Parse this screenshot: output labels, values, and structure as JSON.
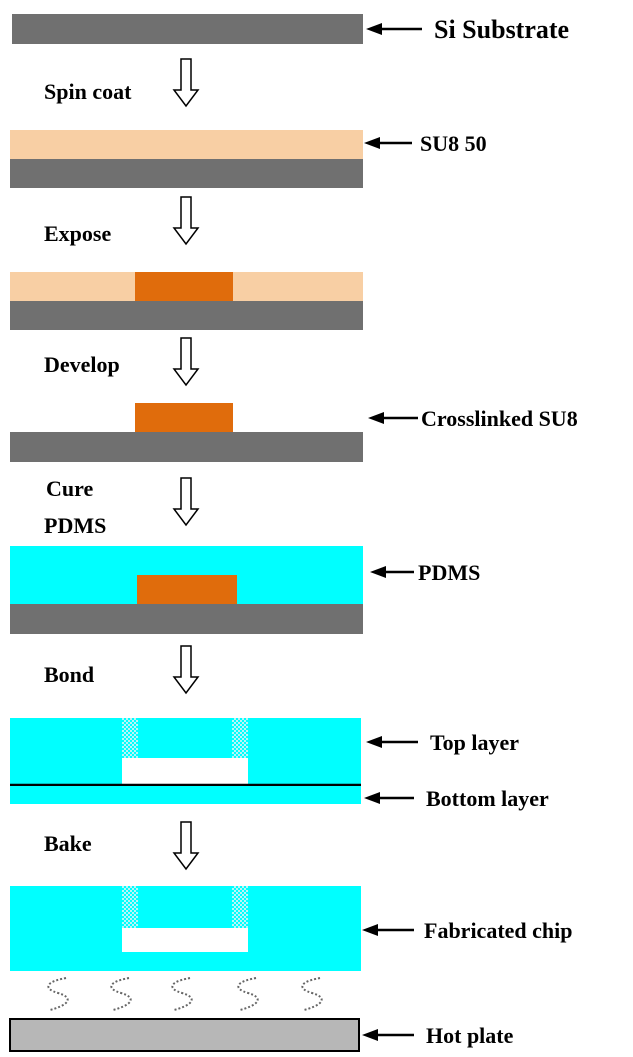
{
  "colors": {
    "substrate": "#707070",
    "su8_resist": "#F8CFA4",
    "crosslinked_su8": "#E06C0C",
    "pdms": "#00FFFF",
    "pdms_hatch": "#9EEFEF",
    "channel": "#FFFFFF",
    "hot_plate": "#B7B7B7",
    "line": "#000000"
  },
  "labels": {
    "si_substrate": "Si Substrate",
    "su8_50": "SU8 50",
    "crosslinked_su8": "Crosslinked SU8",
    "pdms": "PDMS",
    "top_layer": "Top layer",
    "bottom_layer": "Bottom layer",
    "fabricated_chip": "Fabricated chip",
    "hot_plate": "Hot plate"
  },
  "steps": {
    "spin_coat": "Spin coat",
    "expose": "Expose",
    "develop": "Develop",
    "cure_line1": "Cure",
    "cure_line2": "PDMS",
    "bond": "Bond",
    "bake": "Bake"
  },
  "icons": {
    "process_arrow": "down-arrow-icon",
    "pointer": "left-arrow-icon",
    "heat": "heat-wave-icon"
  }
}
